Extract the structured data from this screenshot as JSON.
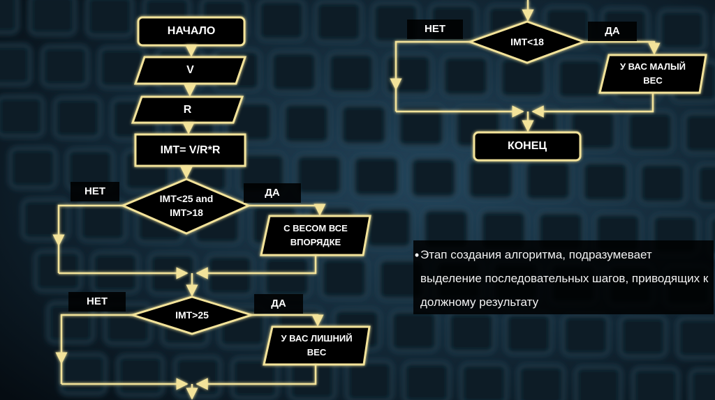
{
  "flowchart": {
    "start": "НАЧАЛО",
    "input_v": "V",
    "input_r": "R",
    "formula": "IMT= V/R*R",
    "decision1": "IMT<25 and\nIMT>18",
    "decision1_no": "НЕТ",
    "decision1_yes": "ДА",
    "result_normal": "С ВЕСОМ ВСЕ\nВПОРЯДКЕ",
    "decision2": "IMT>25",
    "decision2_no": "НЕТ",
    "decision2_yes": "ДА",
    "result_over": "У ВАС ЛИШНИЙ\nВЕС",
    "decision3": "IMT<18",
    "decision3_no": "НЕТ",
    "decision3_yes": "ДА",
    "result_under": "У ВАС МАЛЫЙ\nВЕС",
    "end": "КОНЕЦ"
  },
  "bullet": {
    "marker": "•",
    "text": "Этап создания алгоритма, подразумевает выделение последовательных шагов, приводящих к должному результату"
  },
  "colors": {
    "stroke": "#f3e39a",
    "glow": "#e8b64a",
    "shape_fill": "#000000",
    "background": "#0a1822"
  }
}
